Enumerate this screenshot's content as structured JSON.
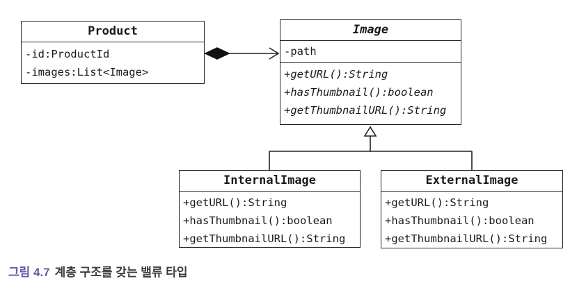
{
  "diagram": {
    "background": "#ffffff",
    "line_color": "#222222",
    "classes": [
      {
        "name": "Product",
        "abstract": false,
        "attributes": [
          "-id:ProductId",
          "-images:List<Image>"
        ],
        "methods": []
      },
      {
        "name": "Image",
        "abstract": true,
        "attributes": [
          "-path"
        ],
        "methods": [
          "+getURL():String",
          "+hasThumbnail():boolean",
          "+getThumbnailURL():String"
        ]
      },
      {
        "name": "InternalImage",
        "abstract": false,
        "attributes": [],
        "methods": [
          "+getURL():String",
          "+hasThumbnail():boolean",
          "+getThumbnailURL():String"
        ]
      },
      {
        "name": "ExternalImage",
        "abstract": false,
        "attributes": [],
        "methods": [
          "+getURL():String",
          "+hasThumbnail():boolean",
          "+getThumbnailURL():String"
        ]
      }
    ],
    "relationships": [
      {
        "type": "composition",
        "from": "Product",
        "to": "Image"
      },
      {
        "type": "generalization",
        "from": "InternalImage",
        "to": "Image"
      },
      {
        "type": "generalization",
        "from": "ExternalImage",
        "to": "Image"
      }
    ]
  },
  "caption": {
    "label": "그림 4.7",
    "text": "계층 구조를 갖는 밸류 타입",
    "label_color": "#5e5ba9",
    "text_color": "#3d3d3d"
  }
}
